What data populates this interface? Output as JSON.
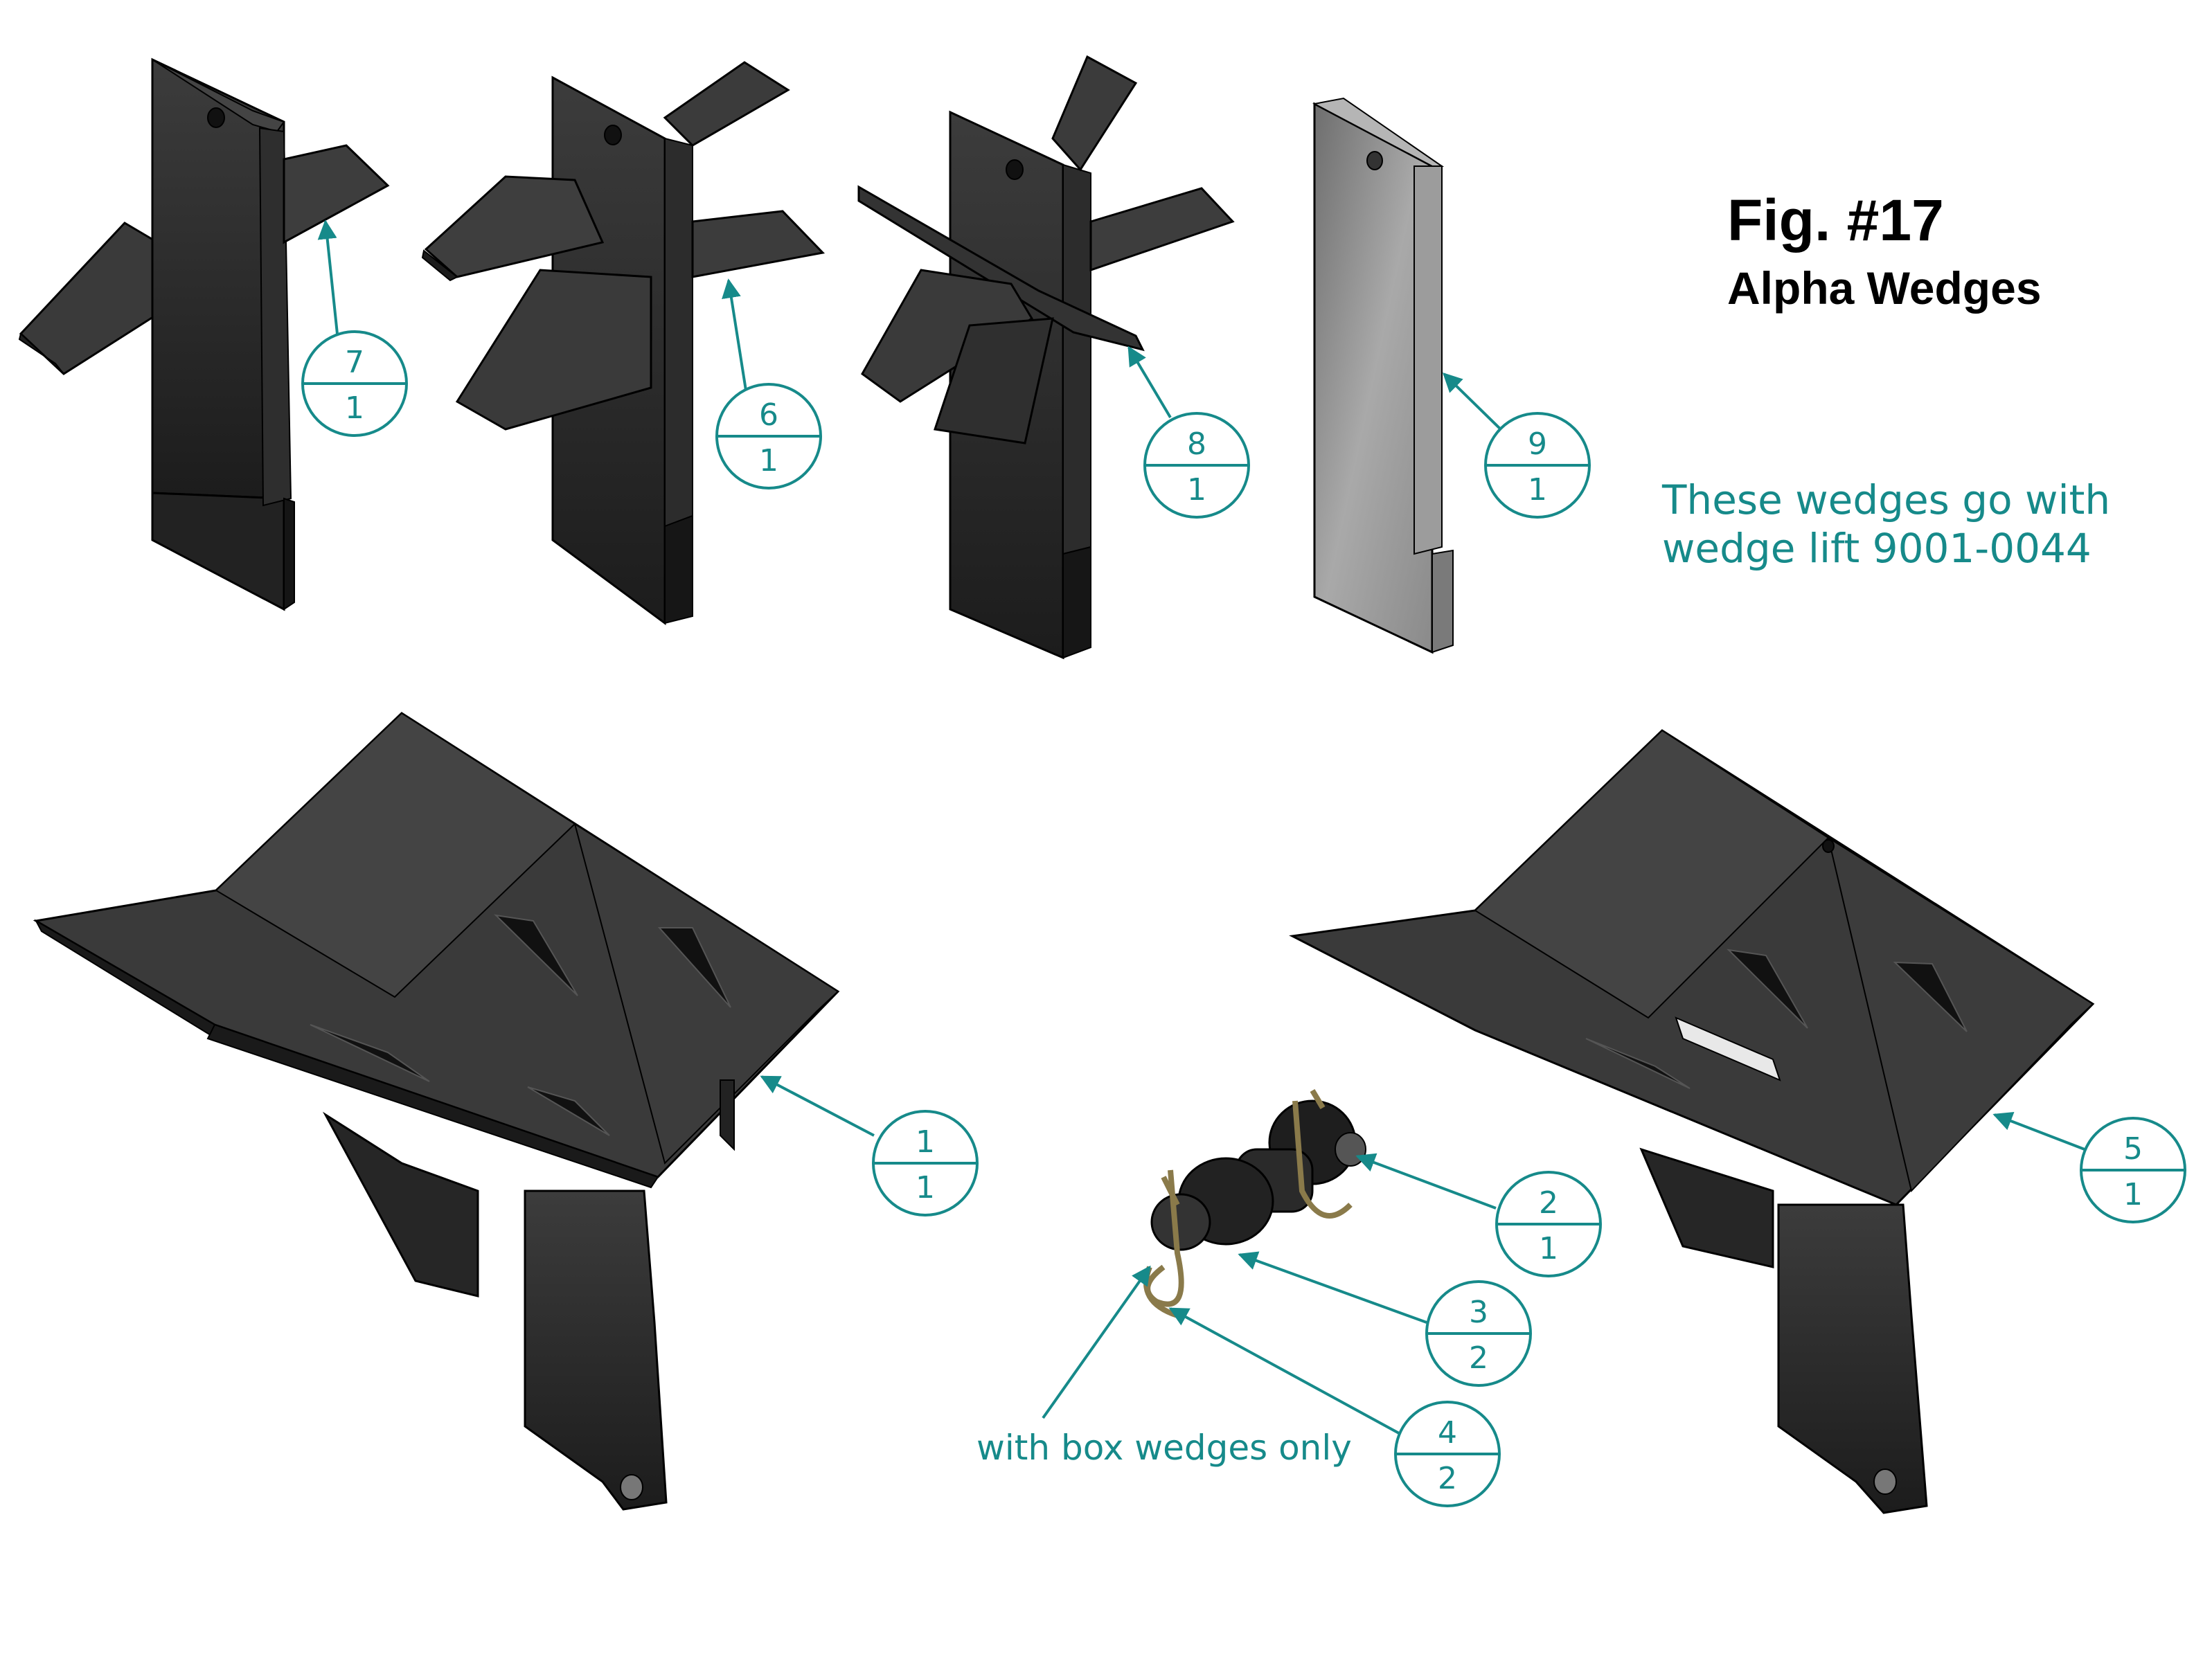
{
  "figure": {
    "number": "Fig. #17",
    "subtitle": "Alpha Wedges"
  },
  "notes": {
    "wedge_lift_line1": "These wedges go with",
    "wedge_lift_line2": "wedge lift 9001-0044",
    "box_wedges": "with box wedges only"
  },
  "balloons": [
    {
      "item": "7",
      "qty": "1"
    },
    {
      "item": "6",
      "qty": "1"
    },
    {
      "item": "8",
      "qty": "1"
    },
    {
      "item": "9",
      "qty": "1"
    },
    {
      "item": "1",
      "qty": "1"
    },
    {
      "item": "2",
      "qty": "1"
    },
    {
      "item": "3",
      "qty": "2"
    },
    {
      "item": "4",
      "qty": "2"
    },
    {
      "item": "5",
      "qty": "1"
    }
  ],
  "colors": {
    "callout": "#168a8a",
    "part_dark": "#2b2b2b",
    "part_grey": "#9a9a9a"
  }
}
